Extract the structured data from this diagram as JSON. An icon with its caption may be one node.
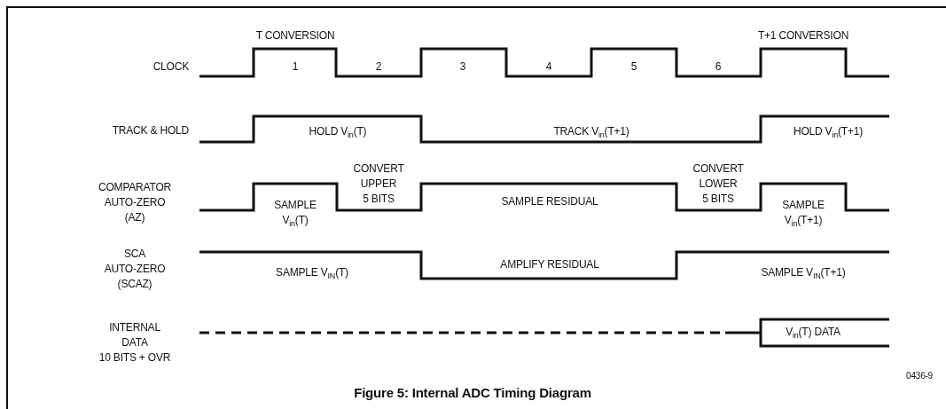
{
  "diagram": {
    "caption": "Figure 5: Internal ADC Timing Diagram",
    "labels": [
      "T CONVERSION",
      "T+1 CONVERSION",
      "CLOCK",
      "1",
      "2",
      "3",
      "4",
      "5",
      "6",
      "TRACK & HOLD",
      "HOLD V$_{in}$(T)",
      "TRACK V$_{in}$(T+1)",
      "HOLD V$_{in}$(T+1)",
      "CONVERT UPPER 5 BITS",
      "CONVERT LOWER 5 BITS",
      "COMPARATOR AUTO-ZERO (AZ)",
      "SAMPLE V$_{in}$(T)",
      "SAMPLE RESIDUAL",
      "SAMPLE V$_{in}$(T+1)",
      "SCA AUTO-ZERO (SCAZ)",
      "SAMPLE V$_{IN}$(T)",
      "AMPLIFY RESIDUAL",
      "SAMPLE V$_{IN}$(T+1)",
      "INTERNAL DATA 10 BITS + OVR",
      "V$_{in}$(T) DATA",
      "0436-9"
    ]
  }
}
